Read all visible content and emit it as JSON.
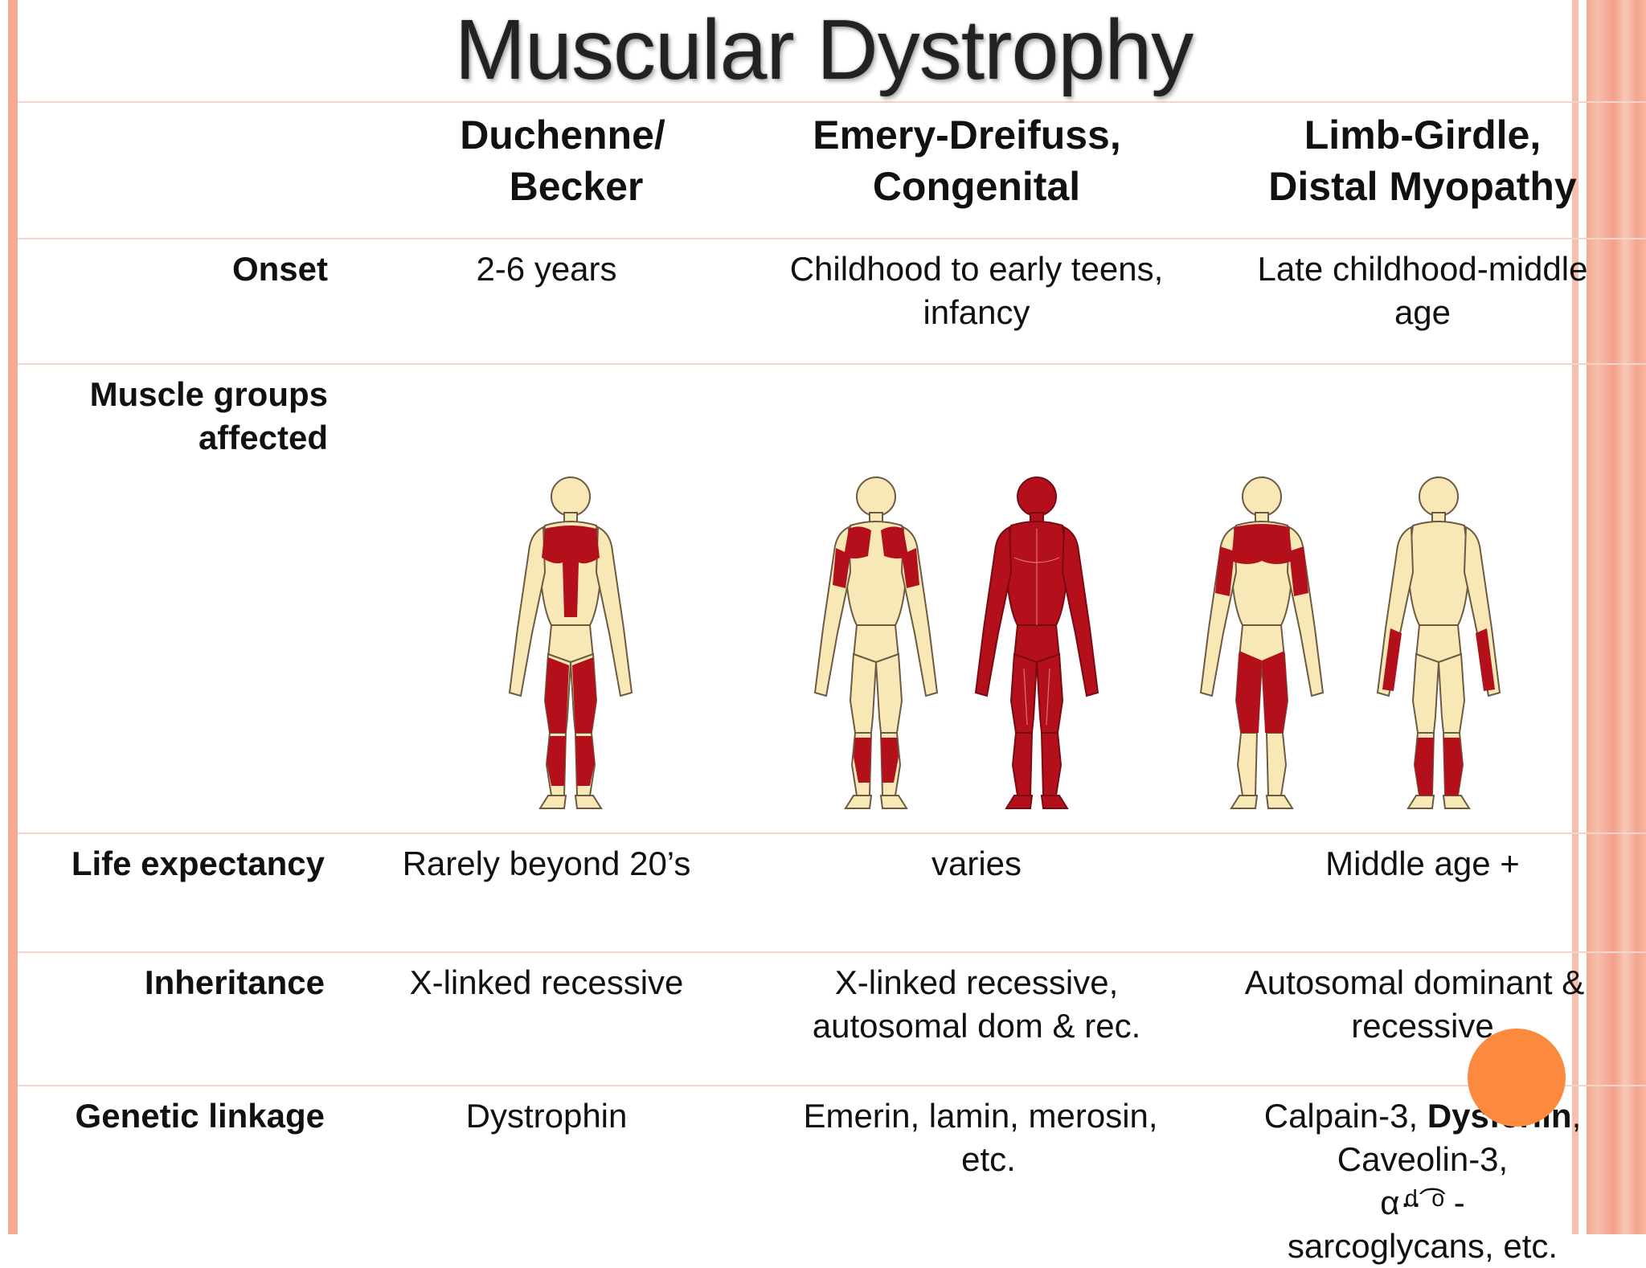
{
  "title": "Muscular Dystrophy",
  "columns": [
    {
      "line1": "Duchenne/",
      "line2": "Becker"
    },
    {
      "line1": "Emery-Dreifuss,",
      "line2": "Congenital"
    },
    {
      "line1": "Limb-Girdle,",
      "line2": "Distal Myopathy"
    }
  ],
  "rows": {
    "onset": {
      "label": "Onset",
      "c1": "2-6 years",
      "c2a": "Childhood to early teens,",
      "c2b": "infancy",
      "c3a": "Late childhood-middle",
      "c3b": "age"
    },
    "muscle": {
      "label_a": "Muscle groups",
      "label_b": "affected"
    },
    "life": {
      "label": "Life expectancy",
      "c1": "Rarely beyond 20’s",
      "c2": "varies",
      "c3": "Middle age +"
    },
    "inheritance": {
      "label": "Inheritance",
      "c1": "X-linked recessive",
      "c2a": "X-linked recessive,",
      "c2b": "autosomal dom & rec.",
      "c3a": "Autosomal dominant &",
      "c3b": "recessive"
    },
    "genetic": {
      "label": "Genetic linkage",
      "c1": "Dystrophin",
      "c2a": "Emerin, lamin, merosin,",
      "c2b": "etc.",
      "c3a_pre": "Calpain-3, ",
      "c3a_bold": "Dysferlin",
      "c3a_post": ",",
      "c3b": "Caveolin-3,",
      "c3c": "α·ͩ·͡ ᵒ -",
      "c3d": "sarcoglycans, etc."
    }
  },
  "colors": {
    "affected": "#b3101c",
    "skin": "#f7e8b6",
    "outline": "#6d5a43",
    "stripe": "#f4aa92",
    "accent": "#fb8a3e"
  }
}
